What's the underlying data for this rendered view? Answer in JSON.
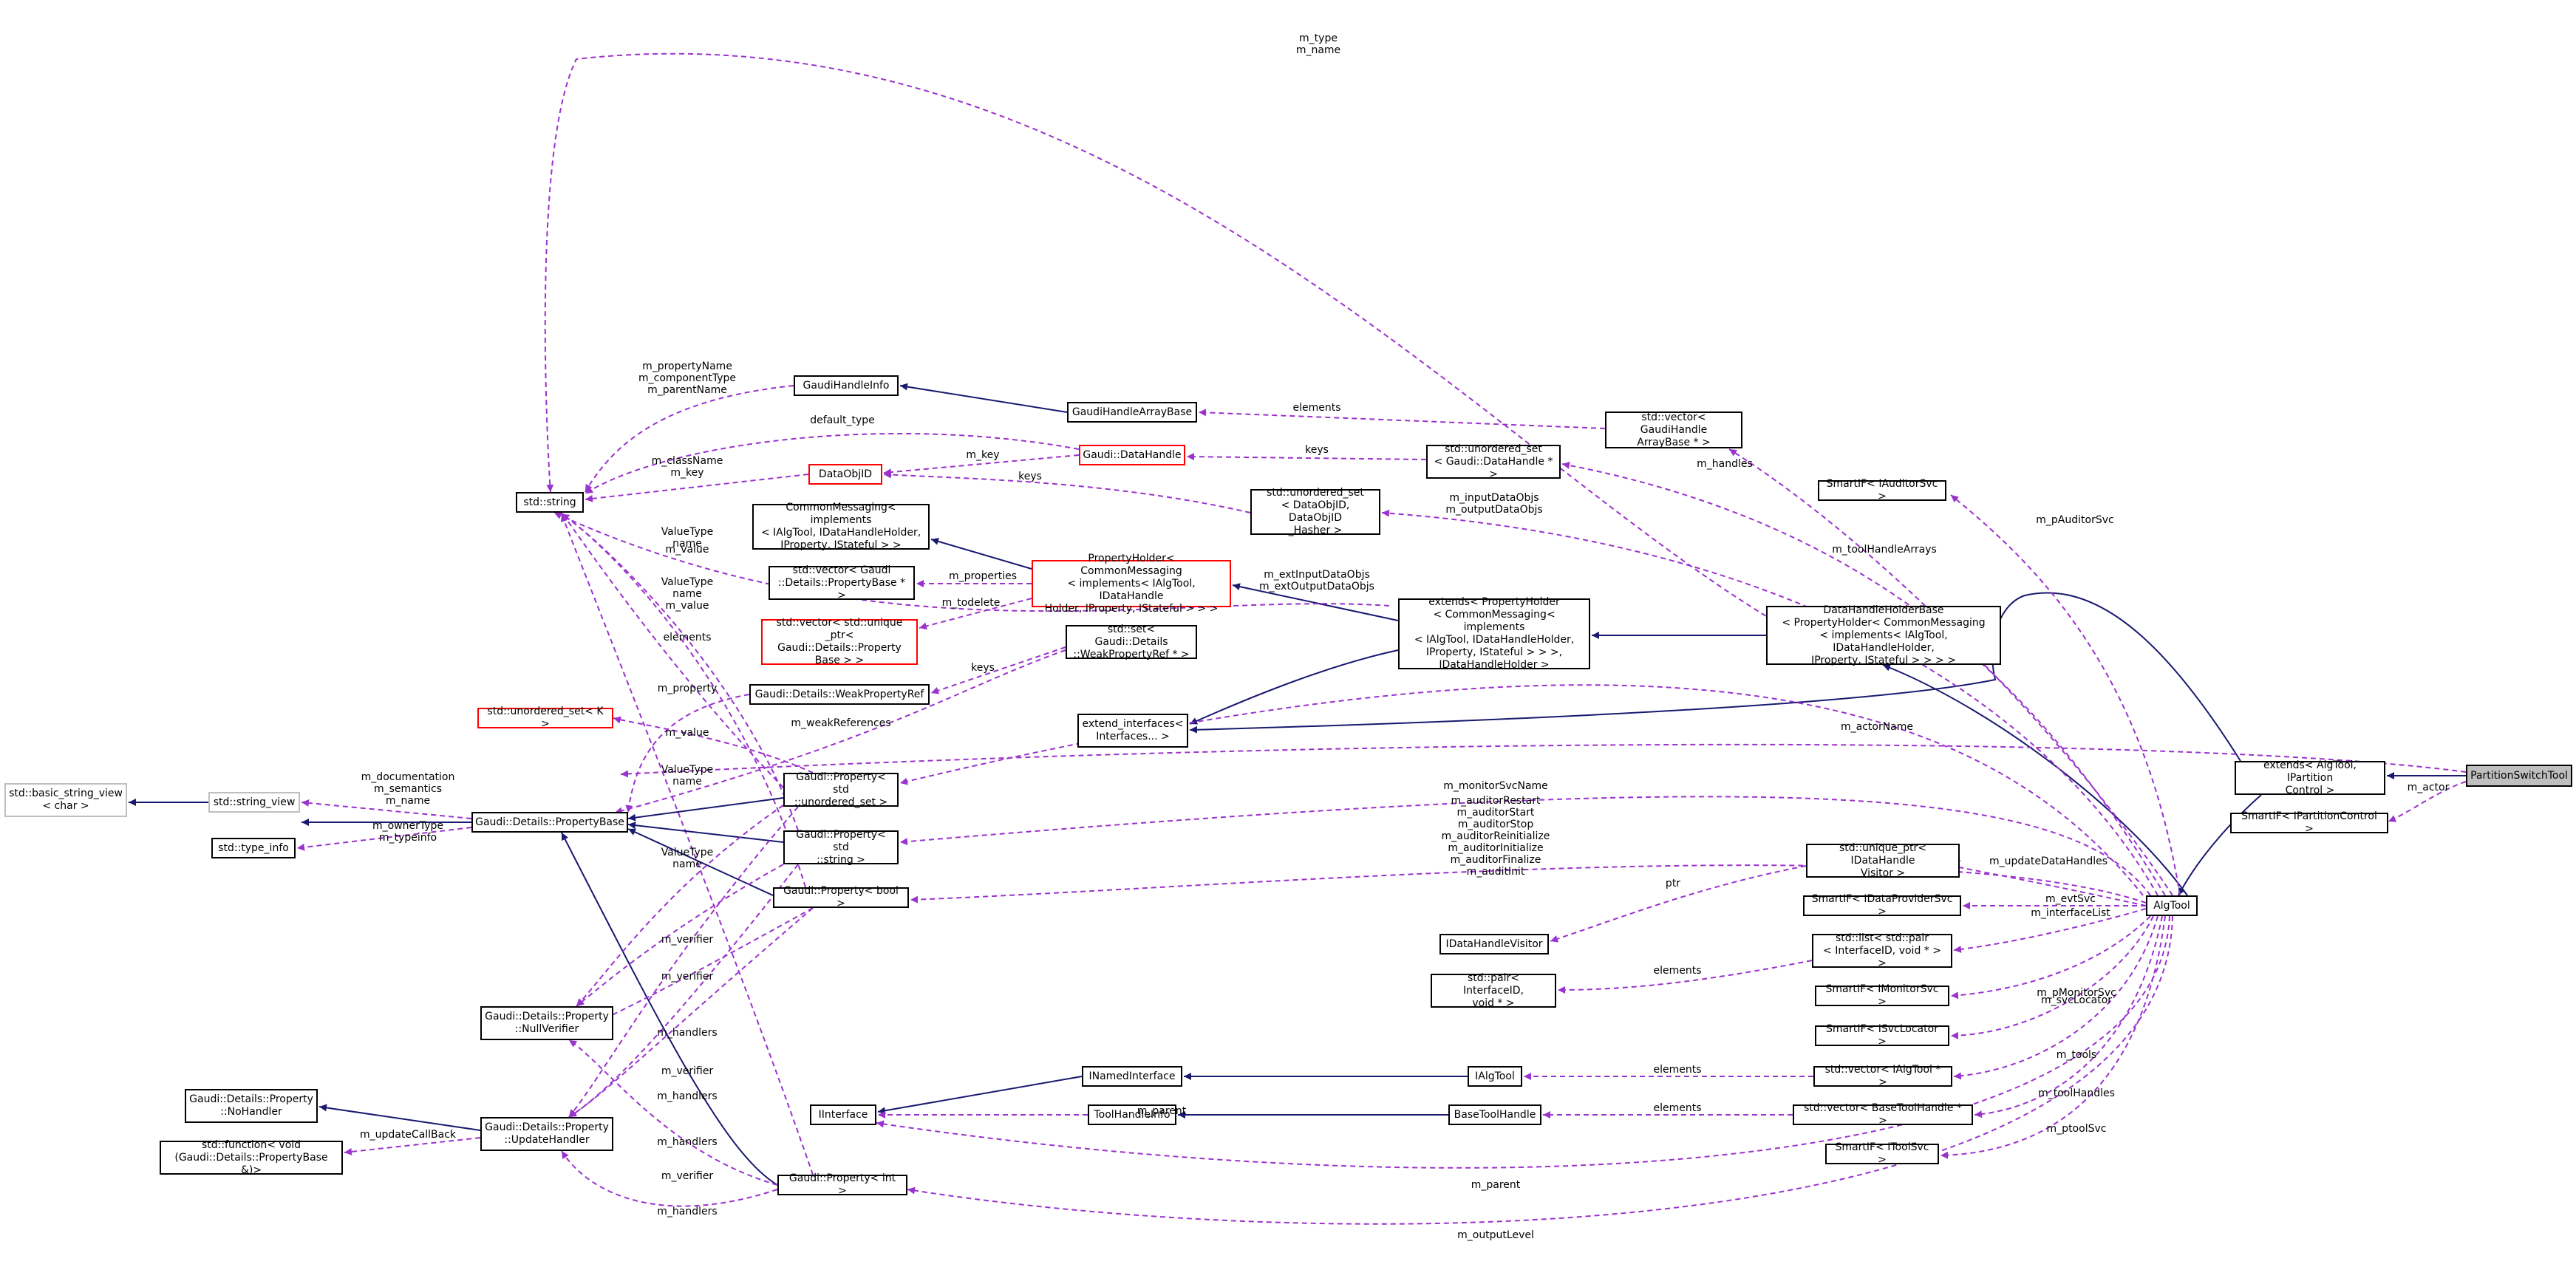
{
  "diagram": {
    "colors": {
      "inherit": "#191970",
      "usage": "#9a32cd",
      "red_border": "#ff0000",
      "gray_border": "#bfbfbf",
      "selected_fill": "#bfbfbf"
    },
    "nodes": {
      "partition_switch_tool": "PartitionSwitchTool",
      "extends_algtool_ipartition": "extends< AlgTool, IPartition\nControl >",
      "smartif_ipartitioncontrol": "SmartIF< IPartitionControl >",
      "algtool": "AlgTool",
      "smartif_iauditorsvc": "SmartIF< IAuditorSvc >",
      "datahandleholderbase": "DataHandleHolderBase\n< PropertyHolder< CommonMessaging\n< implements< IAlgTool, IDataHandleHolder,\n IProperty, IStateful > > > >",
      "extends_propertyholder": "extends< PropertyHolder\n< CommonMessaging< implements\n< IAlgTool, IDataHandleHolder,\n IProperty, IStateful > > >,\n IDataHandleHolder >",
      "propertyholder": "PropertyHolder< CommonMessaging\n< implements< IAlgTool, IDataHandle\nHolder, IProperty, IStateful > > >",
      "commonmessaging": "CommonMessaging< implements\n< IAlgTool, IDataHandleHolder,\n IProperty, IStateful > >",
      "extend_interfaces": "extend_interfaces<\n Interfaces... >",
      "vector_gaudihandle_arraybase": "std::vector< GaudiHandle\nArrayBase * >",
      "unordered_set_gaudi_datahandle": "std::unordered_set\n< Gaudi::DataHandle * >",
      "unordered_set_dataobjid": "std::unordered_set\n< DataObjID, DataObjID\n_Hasher >",
      "gaudihandlearraybase": "GaudiHandleArrayBase",
      "gaudihandleinfo": "GaudiHandleInfo",
      "gaudi_datahandle": "Gaudi::DataHandle",
      "dataobjid": "DataObjID",
      "std_string": "std::string",
      "vector_propertybase_ptr": "std::vector< Gaudi\n::Details::PropertyBase * >",
      "vector_unique_ptr_propertybase": "std::vector< std::unique\n_ptr< Gaudi::Details::Property\nBase > >",
      "set_weakpropertyref": "std::set< Gaudi::Details\n::WeakPropertyRef * >",
      "weakpropertyref": "Gaudi::Details::WeakPropertyRef",
      "unordered_set_k": "std::unordered_set< K >",
      "basic_string_view": "std::basic_string_view\n< char >",
      "string_view": "std::string_view",
      "propertybase": "Gaudi::Details::PropertyBase",
      "type_info": "std::type_info",
      "property_unordered_set": "Gaudi::Property< std\n::unordered_set >",
      "property_string": "Gaudi::Property< std\n::string >",
      "property_bool": "Gaudi::Property< bool >",
      "property_int": "Gaudi::Property< int >",
      "nullverifier": "Gaudi::Details::Property\n::NullVerifier",
      "nohandler": "Gaudi::Details::Property\n::NoHandler",
      "updatehandler": "Gaudi::Details::Property\n::UpdateHandler",
      "function_void": "std::function< void\n(Gaudi::Details::PropertyBase &)>",
      "iinterface": "IInterface",
      "inamedinterface": "INamedInterface",
      "toolhandleinfo": "ToolHandleInfo",
      "ialgtool": "IAlgTool",
      "basetoolhandle": "BaseToolHandle",
      "unique_ptr_idatahandlevisitor": "std::unique_ptr< IDataHandle\nVisitor >",
      "smartif_idataprovidersvc": "SmartIF< IDataProviderSvc >",
      "idatahandlevisitor": "IDataHandleVisitor",
      "list_pair_interfaceid": "std::list< std::pair\n< InterfaceID, void * > >",
      "pair_interfaceid": "std::pair< InterfaceID,\n void * >",
      "smartif_imonitorsvc": "SmartIF< IMonitorSvc >",
      "smartif_isvclocator": "SmartIF< ISvcLocator >",
      "vector_ialgtool": "std::vector< IAlgTool * >",
      "vector_basetoolhandle": "std::vector< BaseToolHandle * >",
      "smartif_itoolsvc": "SmartIF< IToolSvc >"
    },
    "edge_labels": {
      "m_type_name": "m_type\nm_name",
      "m_actor": "m_actor",
      "m_actorname": "m_actorName",
      "m_pauditorsvc": "m_pAuditorSvc",
      "m_handles": "m_handles",
      "m_toolhandlearrays": "m_toolHandleArrays",
      "m_inputdataobjs": "m_inputDataObjs\nm_outputDataObjs",
      "m_extinputdataobjs": "m_extInputDataObjs\nm_extOutputDataObjs",
      "elements_gh": "elements",
      "keys_dh": "keys",
      "keys_doi": "keys",
      "m_key": "m_key",
      "default_type": "default_type",
      "m_propertyname": "m_propertyName\nm_componentType\nm_parentName",
      "m_classname": "m_className\nm_key",
      "m_properties": "m_properties",
      "m_todelete": "m_todelete",
      "keys_wpr": "keys",
      "m_value_1": "m_value",
      "valuetype_name_1": "ValueType\nname",
      "valuetype_name_value": "ValueType\nname\nm_value",
      "elements_str": "elements",
      "m_property": "m_property",
      "m_value_2": "m_value",
      "m_weakreferences": "m_weakReferences",
      "valuetype_name_2": "ValueType\nname",
      "valuetype_name_3": "ValueType\nname",
      "m_documentation": "m_documentation\nm_semantics\nm_name",
      "m_ownertype": "m_ownerType\nm_typeinfo",
      "m_monitorsvcname": "m_monitorSvcName",
      "m_auditor_list": "m_auditorRestart\nm_auditorStart\nm_auditorStop\nm_auditorReinitialize\nm_auditorInitialize\nm_auditorFinalize\nm_auditInit",
      "m_updatedatahandles": "m_updateDataHandles",
      "m_evtsvc": "m_evtSvc",
      "m_interfacelist": "m_interfaceList",
      "ptr": "ptr",
      "elements_pair": "elements",
      "m_pmonitorsvc": "m_pMonitorSvc",
      "m_svclocator": "m_svcLocator",
      "m_tools": "m_tools",
      "elements_ialg": "elements",
      "m_toolhandles": "m_toolHandles",
      "elements_bth": "elements",
      "m_ptoolsvc": "m_ptoolSvc",
      "m_parent_1": "m_parent",
      "m_parent_2": "m_parent",
      "m_outputlevel": "m_outputLevel",
      "m_verifier_1": "m_verifier",
      "m_verifier_2": "m_verifier",
      "m_handlers_1": "m_handlers",
      "m_verifier_3": "m_verifier",
      "m_handlers_2": "m_handlers",
      "m_handlers_3": "m_handlers",
      "m_verifier_4": "m_verifier",
      "m_handlers_4": "m_handlers",
      "m_updatecallback": "m_updateCallBack"
    }
  }
}
